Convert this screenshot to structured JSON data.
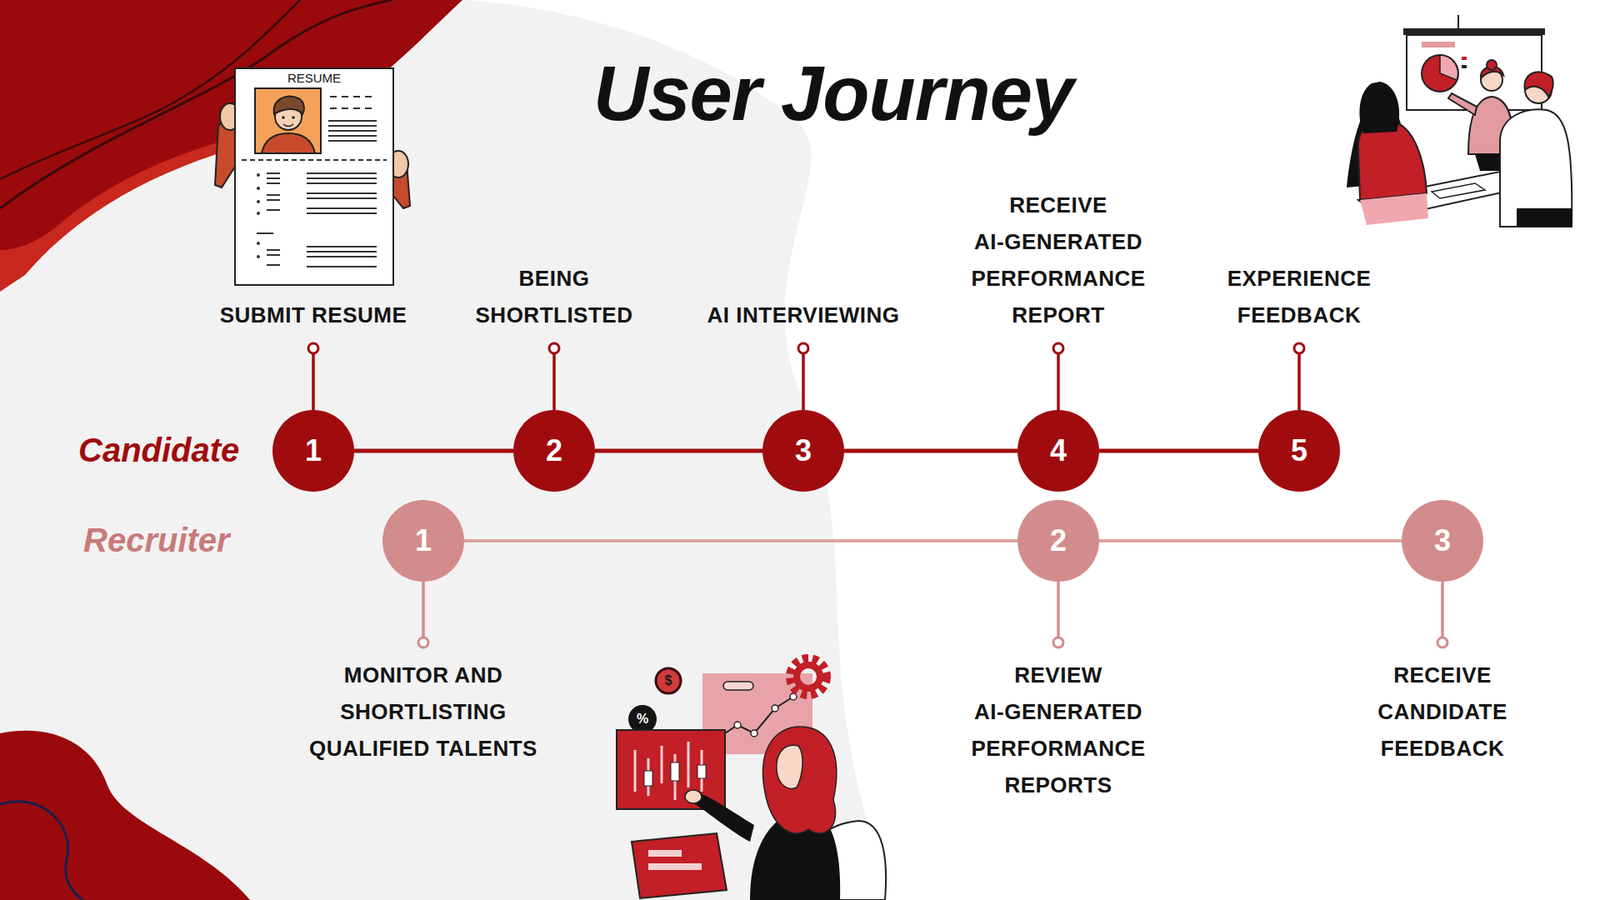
{
  "diagram": {
    "title": "User Journey",
    "nodes": [
      {
        "text": [
          "1",
          "SUBMIT RESUME"
        ]
      },
      {
        "text": [
          "2",
          "BEING SHORTLISTED"
        ]
      },
      {
        "text": [
          "3",
          "AI INTERVIEWING"
        ]
      },
      {
        "text": [
          "4",
          "RECEIVE AI-GENERATED PERFORMANCE REPORT"
        ]
      },
      {
        "text": [
          "5",
          "EXPERIENCE FEEDBACK"
        ]
      },
      {
        "text": [
          "1",
          "MONITOR AND SHORTLISTING QUALIFIED TALENTS"
        ]
      },
      {
        "text": [
          "2",
          "REVIEW AI-GENERATED PERFORMANCE REPORTS"
        ]
      },
      {
        "text": [
          "3",
          "RECEIVE CANDIDATE FEEDBACK"
        ]
      }
    ],
    "edges": [
      {
        "from": 0,
        "to": 1,
        "arrow": "none"
      },
      {
        "from": 1,
        "to": 2,
        "arrow": "none"
      },
      {
        "from": 2,
        "to": 3,
        "arrow": "none"
      },
      {
        "from": 3,
        "to": 4,
        "arrow": "none"
      },
      {
        "from": 5,
        "to": 6,
        "arrow": "none"
      },
      {
        "from": 6,
        "to": 7,
        "arrow": "none"
      }
    ],
    "labels": [
      "Candidate",
      "Recruiter",
      "RESUME",
      "$",
      "%"
    ]
  }
}
